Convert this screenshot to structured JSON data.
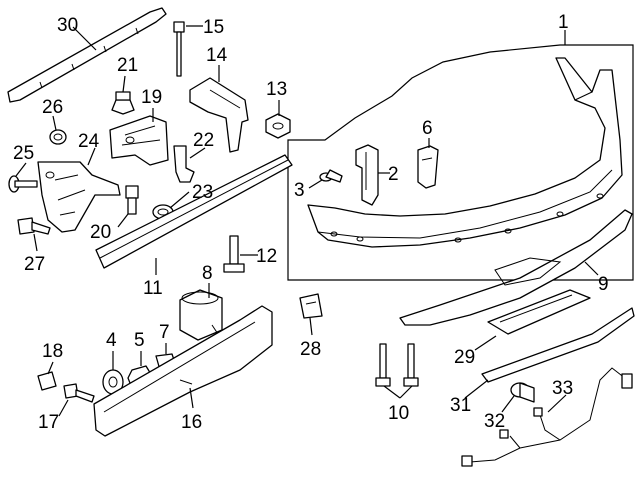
{
  "diagram": {
    "type": "exploded-parts-diagram",
    "callouts": [
      "1",
      "2",
      "3",
      "4",
      "5",
      "6",
      "7",
      "8",
      "9",
      "10",
      "11",
      "12",
      "13",
      "14",
      "15",
      "16",
      "17",
      "18",
      "19",
      "20",
      "21",
      "22",
      "23",
      "24",
      "25",
      "26",
      "27",
      "28",
      "29",
      "30",
      "31",
      "32",
      "33"
    ],
    "parts": [
      {
        "id": "1",
        "depicts": "rear bumper cover"
      },
      {
        "id": "2",
        "depicts": "side bracket"
      },
      {
        "id": "3",
        "depicts": "push clip"
      },
      {
        "id": "4",
        "depicts": "grommet"
      },
      {
        "id": "5",
        "depicts": "nut"
      },
      {
        "id": "6",
        "depicts": "guide bracket"
      },
      {
        "id": "7",
        "depicts": "clip nut"
      },
      {
        "id": "8",
        "depicts": "tow hook cover"
      },
      {
        "id": "9",
        "depicts": "lower valance"
      },
      {
        "id": "10",
        "depicts": "bolts"
      },
      {
        "id": "11",
        "depicts": "impact bar"
      },
      {
        "id": "12",
        "depicts": "bolt"
      },
      {
        "id": "13",
        "depicts": "nut"
      },
      {
        "id": "14",
        "depicts": "energy absorber"
      },
      {
        "id": "15",
        "depicts": "stud"
      },
      {
        "id": "16",
        "depicts": "side support"
      },
      {
        "id": "17",
        "depicts": "bolt"
      },
      {
        "id": "18",
        "depicts": "clip"
      },
      {
        "id": "19",
        "depicts": "mount bracket"
      },
      {
        "id": "20",
        "depicts": "bolt"
      },
      {
        "id": "21",
        "depicts": "clip"
      },
      {
        "id": "22",
        "depicts": "retainer"
      },
      {
        "id": "23",
        "depicts": "nut"
      },
      {
        "id": "24",
        "depicts": "side bracket"
      },
      {
        "id": "25",
        "depicts": "rivet"
      },
      {
        "id": "26",
        "depicts": "spacer"
      },
      {
        "id": "27",
        "depicts": "bolt"
      },
      {
        "id": "28",
        "depicts": "clip"
      },
      {
        "id": "29",
        "depicts": "reinforcement"
      },
      {
        "id": "30",
        "depicts": "upper retainer"
      },
      {
        "id": "31",
        "depicts": "trim strip"
      },
      {
        "id": "32",
        "depicts": "parking sensor"
      },
      {
        "id": "33",
        "depicts": "sensor wiring harness"
      }
    ]
  }
}
